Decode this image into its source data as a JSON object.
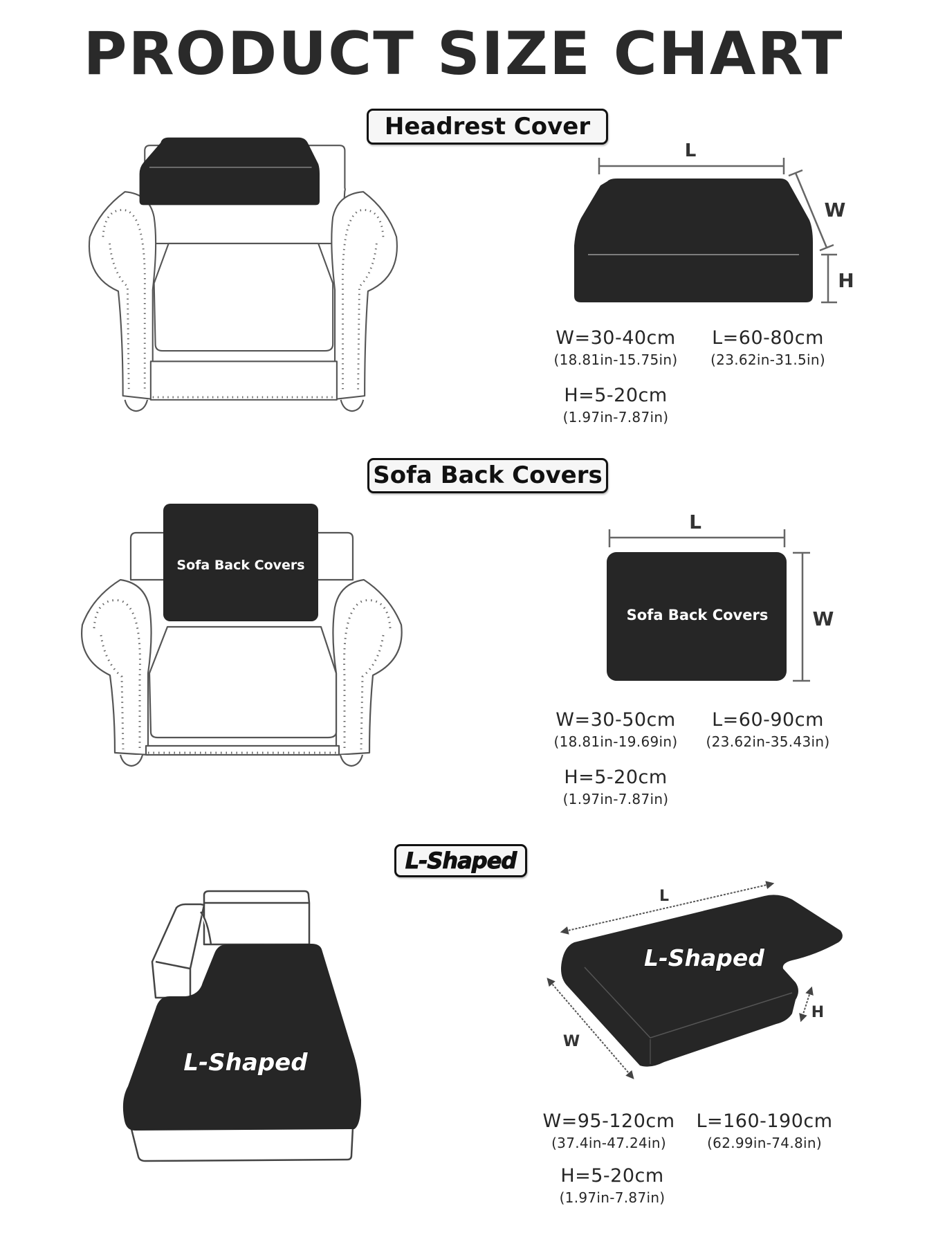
{
  "title": "PRODUCT SIZE CHART",
  "colors": {
    "background": "#ffffff",
    "cover_fill": "#262626",
    "outline": "#555555",
    "text": "#262626"
  },
  "sections": [
    {
      "label": "Headrest Cover",
      "cover_text": "",
      "axis_letters": {
        "length": "L",
        "width": "W",
        "height": "H"
      },
      "dimensions": {
        "width": {
          "cm": "W=30-40cm",
          "inch": "(18.81in-15.75in)"
        },
        "length": {
          "cm": "L=60-80cm",
          "inch": "(23.62in-31.5in)"
        },
        "height": {
          "cm": "H=5-20cm",
          "inch": "(1.97in-7.87in)"
        }
      }
    },
    {
      "label": "Sofa Back Covers",
      "cover_text": "Sofa Back Covers",
      "axis_letters": {
        "length": "L",
        "width": "W"
      },
      "dimensions": {
        "width": {
          "cm": "W=30-50cm",
          "inch": "(18.81in-19.69in)"
        },
        "length": {
          "cm": "L=60-90cm",
          "inch": "(23.62in-35.43in)"
        },
        "height": {
          "cm": "H=5-20cm",
          "inch": "(1.97in-7.87in)"
        }
      }
    },
    {
      "label": "L-Shaped",
      "cover_text": "L-Shaped",
      "axis_letters": {
        "length": "L",
        "width": "W",
        "height": "H"
      },
      "dimensions": {
        "width": {
          "cm": "W=95-120cm",
          "inch": "(37.4in-47.24in)"
        },
        "length": {
          "cm": "L=160-190cm",
          "inch": "(62.99in-74.8in)"
        },
        "height": {
          "cm": "H=5-20cm",
          "inch": "(1.97in-7.87in)"
        }
      }
    }
  ]
}
